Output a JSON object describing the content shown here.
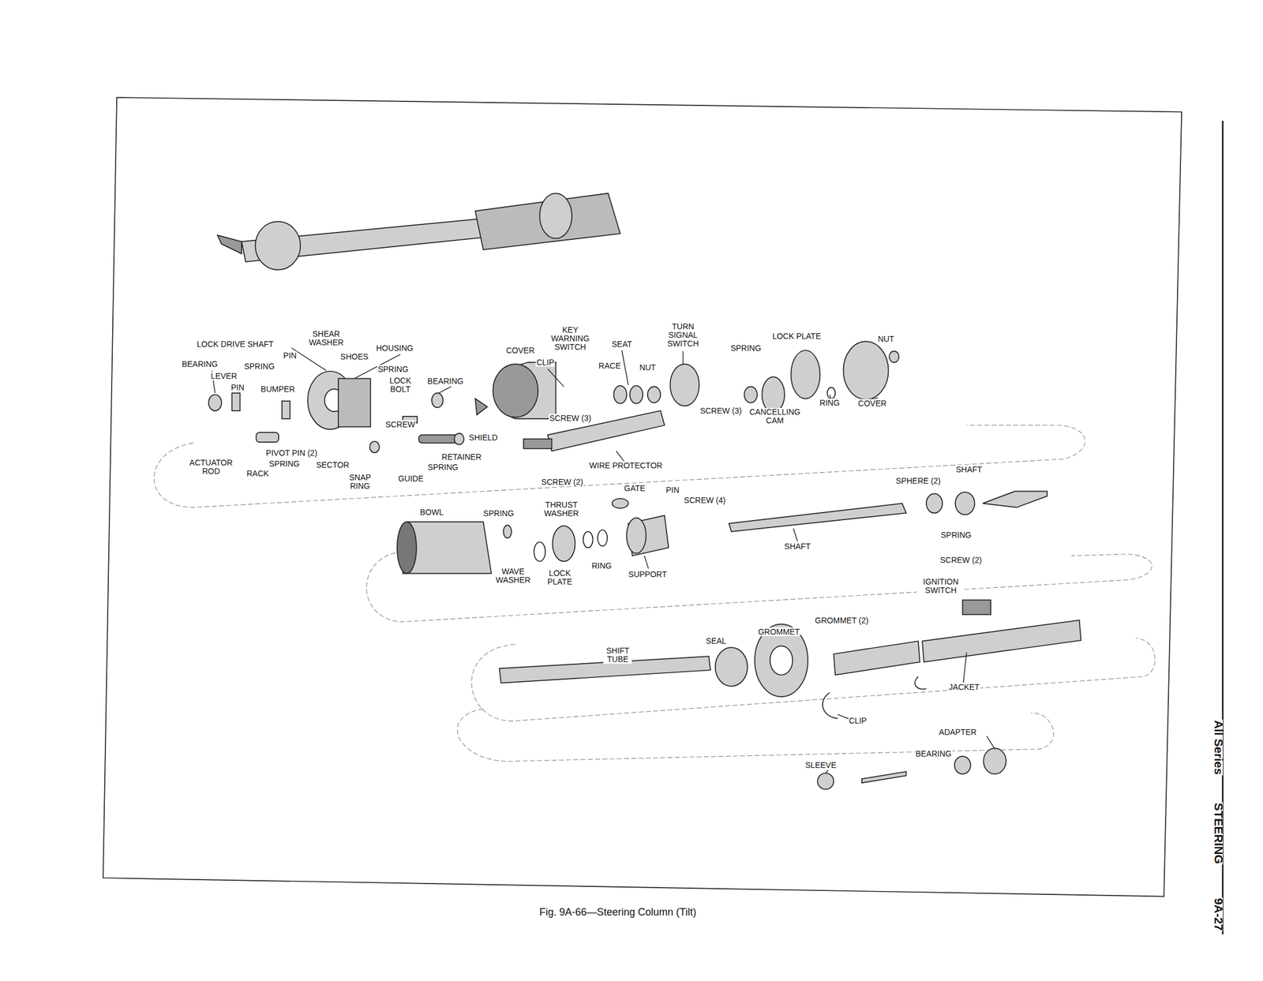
{
  "diagram": {
    "caption": "Fig. 9A-66—Steering Column (Tilt)",
    "labels": [
      "LOCK DRIVE SHAFT",
      "SHEAR WASHER",
      "HOUSING",
      "PIN",
      "SHOES",
      "BEARING",
      "SPRING",
      "SPRING",
      "LEVER",
      "LOCK BOLT",
      "PIN",
      "BUMPER",
      "BEARING",
      "SCREW",
      "SHIELD",
      "RETAINER",
      "SPRING",
      "ACTUATOR ROD",
      "PIVOT PIN (2)",
      "SPRING",
      "SECTOR",
      "RACK",
      "SNAP RING",
      "GUIDE",
      "COVER",
      "KEY WARNING SWITCH",
      "CLIP",
      "SCREW (3)",
      "WIRE PROTECTOR",
      "RACE",
      "SEAT",
      "NUT",
      "TURN SIGNAL SWITCH",
      "SCREW (3)",
      "SPRING",
      "CANCELLING CAM",
      "LOCK PLATE",
      "RING",
      "NUT",
      "COVER",
      "SCREW (2)",
      "GATE",
      "PIN",
      "SCREW (4)",
      "THRUST WASHER",
      "BOWL",
      "SPRING",
      "WAVE WASHER",
      "LOCK PLATE",
      "RING",
      "SUPPORT",
      "SHAFT",
      "SPHERE (2)",
      "SHAFT",
      "SPRING",
      "SCREW (2)",
      "IGNITION SWITCH",
      "GROMMET (2)",
      "GROMMET",
      "SEAL",
      "SHIFT TUBE",
      "JACKET",
      "CLIP",
      "ADAPTER",
      "BEARING",
      "SLEEVE",
      "All Series",
      "STEERING",
      "9A-27"
    ]
  }
}
